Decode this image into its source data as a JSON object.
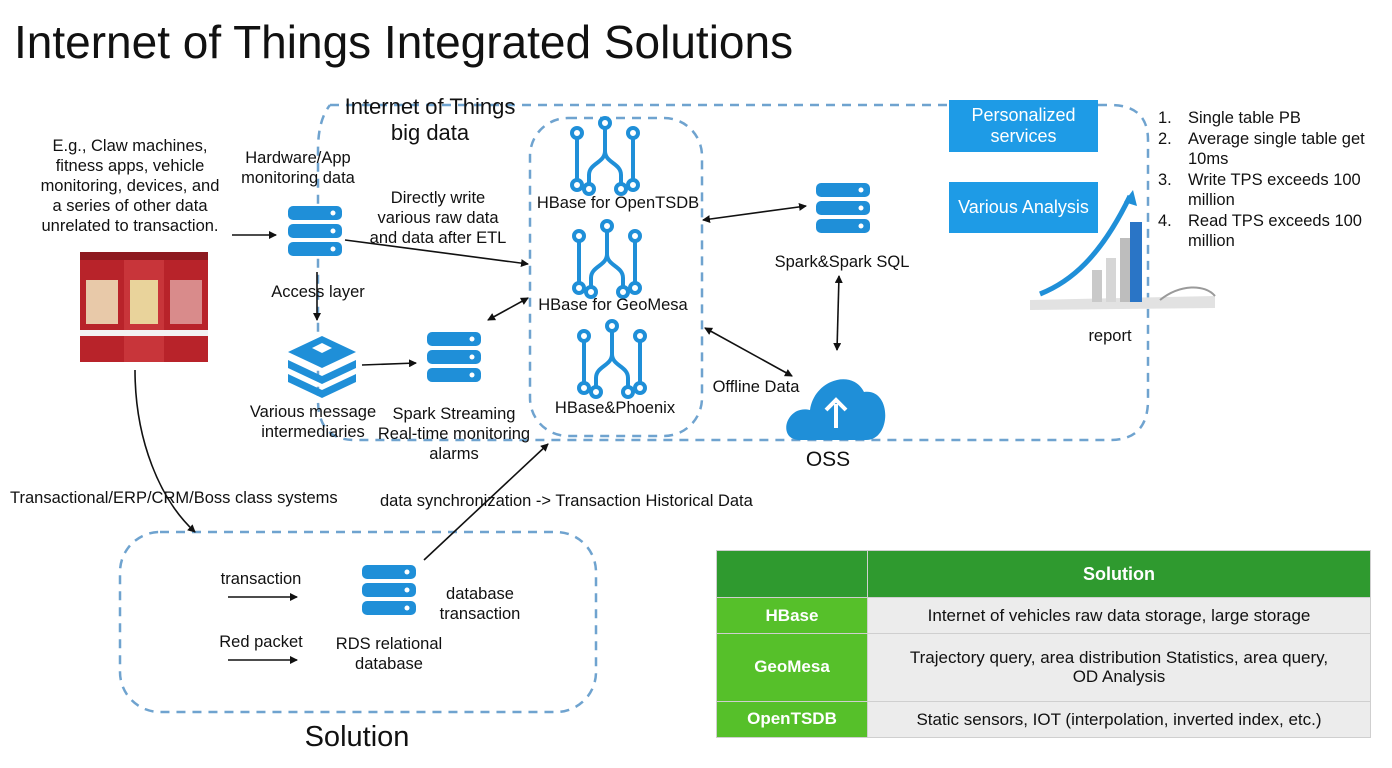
{
  "title": "Internet of Things Integrated Solutions",
  "iot_label": [
    "Internet of Things",
    "big data"
  ],
  "example_text": [
    "E.g., Claw machines,",
    "fitness apps, vehicle",
    "monitoring, devices, and",
    "a series of other data",
    "unrelated to transaction."
  ],
  "hardware_label": [
    "Hardware/App",
    "monitoring data"
  ],
  "direct_write": [
    "Directly write",
    "various raw data",
    "and data after ETL"
  ],
  "access_layer": "Access layer",
  "message_label": [
    "Various message",
    "intermediaries"
  ],
  "spark_streaming": [
    "Spark Streaming",
    "Real-time monitoring",
    "alarms"
  ],
  "hbase_opentsdb": "HBase for OpenTSDB",
  "hbase_geomesa": "HBase for GeoMesa",
  "hbase_phoenix": "HBase&Phoenix",
  "spark_sql": "Spark&Spark SQL",
  "offline_data": "Offline Data",
  "oss": "OSS",
  "personalized": [
    "Personalized",
    "services"
  ],
  "various_analysis": "Various Analysis",
  "report": "report",
  "stats": [
    {
      "n": "1.",
      "text": [
        "Single table PB"
      ]
    },
    {
      "n": "2.",
      "text": [
        "Average single table get",
        "10ms"
      ]
    },
    {
      "n": "3.",
      "text": [
        "Write TPS exceeds 100",
        "million"
      ]
    },
    {
      "n": "4.",
      "text": [
        "Read TPS exceeds 100",
        "million"
      ]
    }
  ],
  "transactional": "Transactional/ERP/CRM/Boss class systems",
  "data_sync": "data synchronization -> Transaction Historical Data",
  "transaction": "transaction",
  "red_packet": "Red packet",
  "rds": [
    "RDS relational",
    "database"
  ],
  "db_transaction": [
    "database",
    "transaction"
  ],
  "solution_caption": "Solution",
  "table": {
    "header": "Solution",
    "rows": [
      {
        "key": "HBase",
        "value": [
          "Internet of vehicles raw data storage, large storage"
        ]
      },
      {
        "key": "GeoMesa",
        "value": [
          "Trajectory query, area distribution Statistics, area query,",
          "OD Analysis"
        ]
      },
      {
        "key": "OpenTSDB",
        "value": [
          "Static sensors, IOT (interpolation, inverted index, etc.)"
        ]
      }
    ]
  },
  "colors": {
    "accent_blue": "#1e9be6",
    "icon_blue": "#1f8fd8",
    "dash_blue": "#6fa3cf",
    "table_header": "#2f9a2f",
    "table_key": "#56c02a"
  }
}
